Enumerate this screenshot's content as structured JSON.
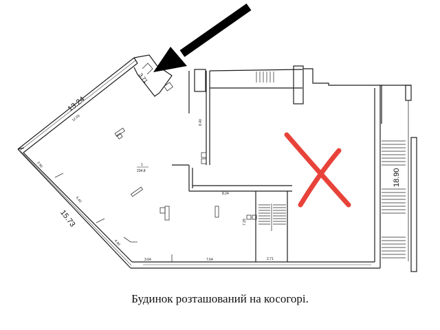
{
  "caption": "Будинок розташований на косогорі.",
  "room": {
    "number": "1",
    "area": "234.8"
  },
  "dimensions": {
    "top_diagonal_outer": "13.24",
    "top_diagonal_inner": "12.03",
    "left_diagonal_outer": "15.73",
    "left_seg_1": "3.90",
    "left_seg_2": "5.43",
    "left_seg_3": "4.90",
    "bottom_seg_1": "3.64",
    "bottom_seg_2": "7.64",
    "bottom_seg_3": "2.71",
    "inner_wall_vertical": "8.40",
    "inner_wall_horizontal": "8.24",
    "stair_block_height": "7.29",
    "corner_entry": "3.71",
    "right_side": "18.90"
  },
  "annotations": {
    "arrow_color": "#000000",
    "cross_color": "#e8433a"
  }
}
